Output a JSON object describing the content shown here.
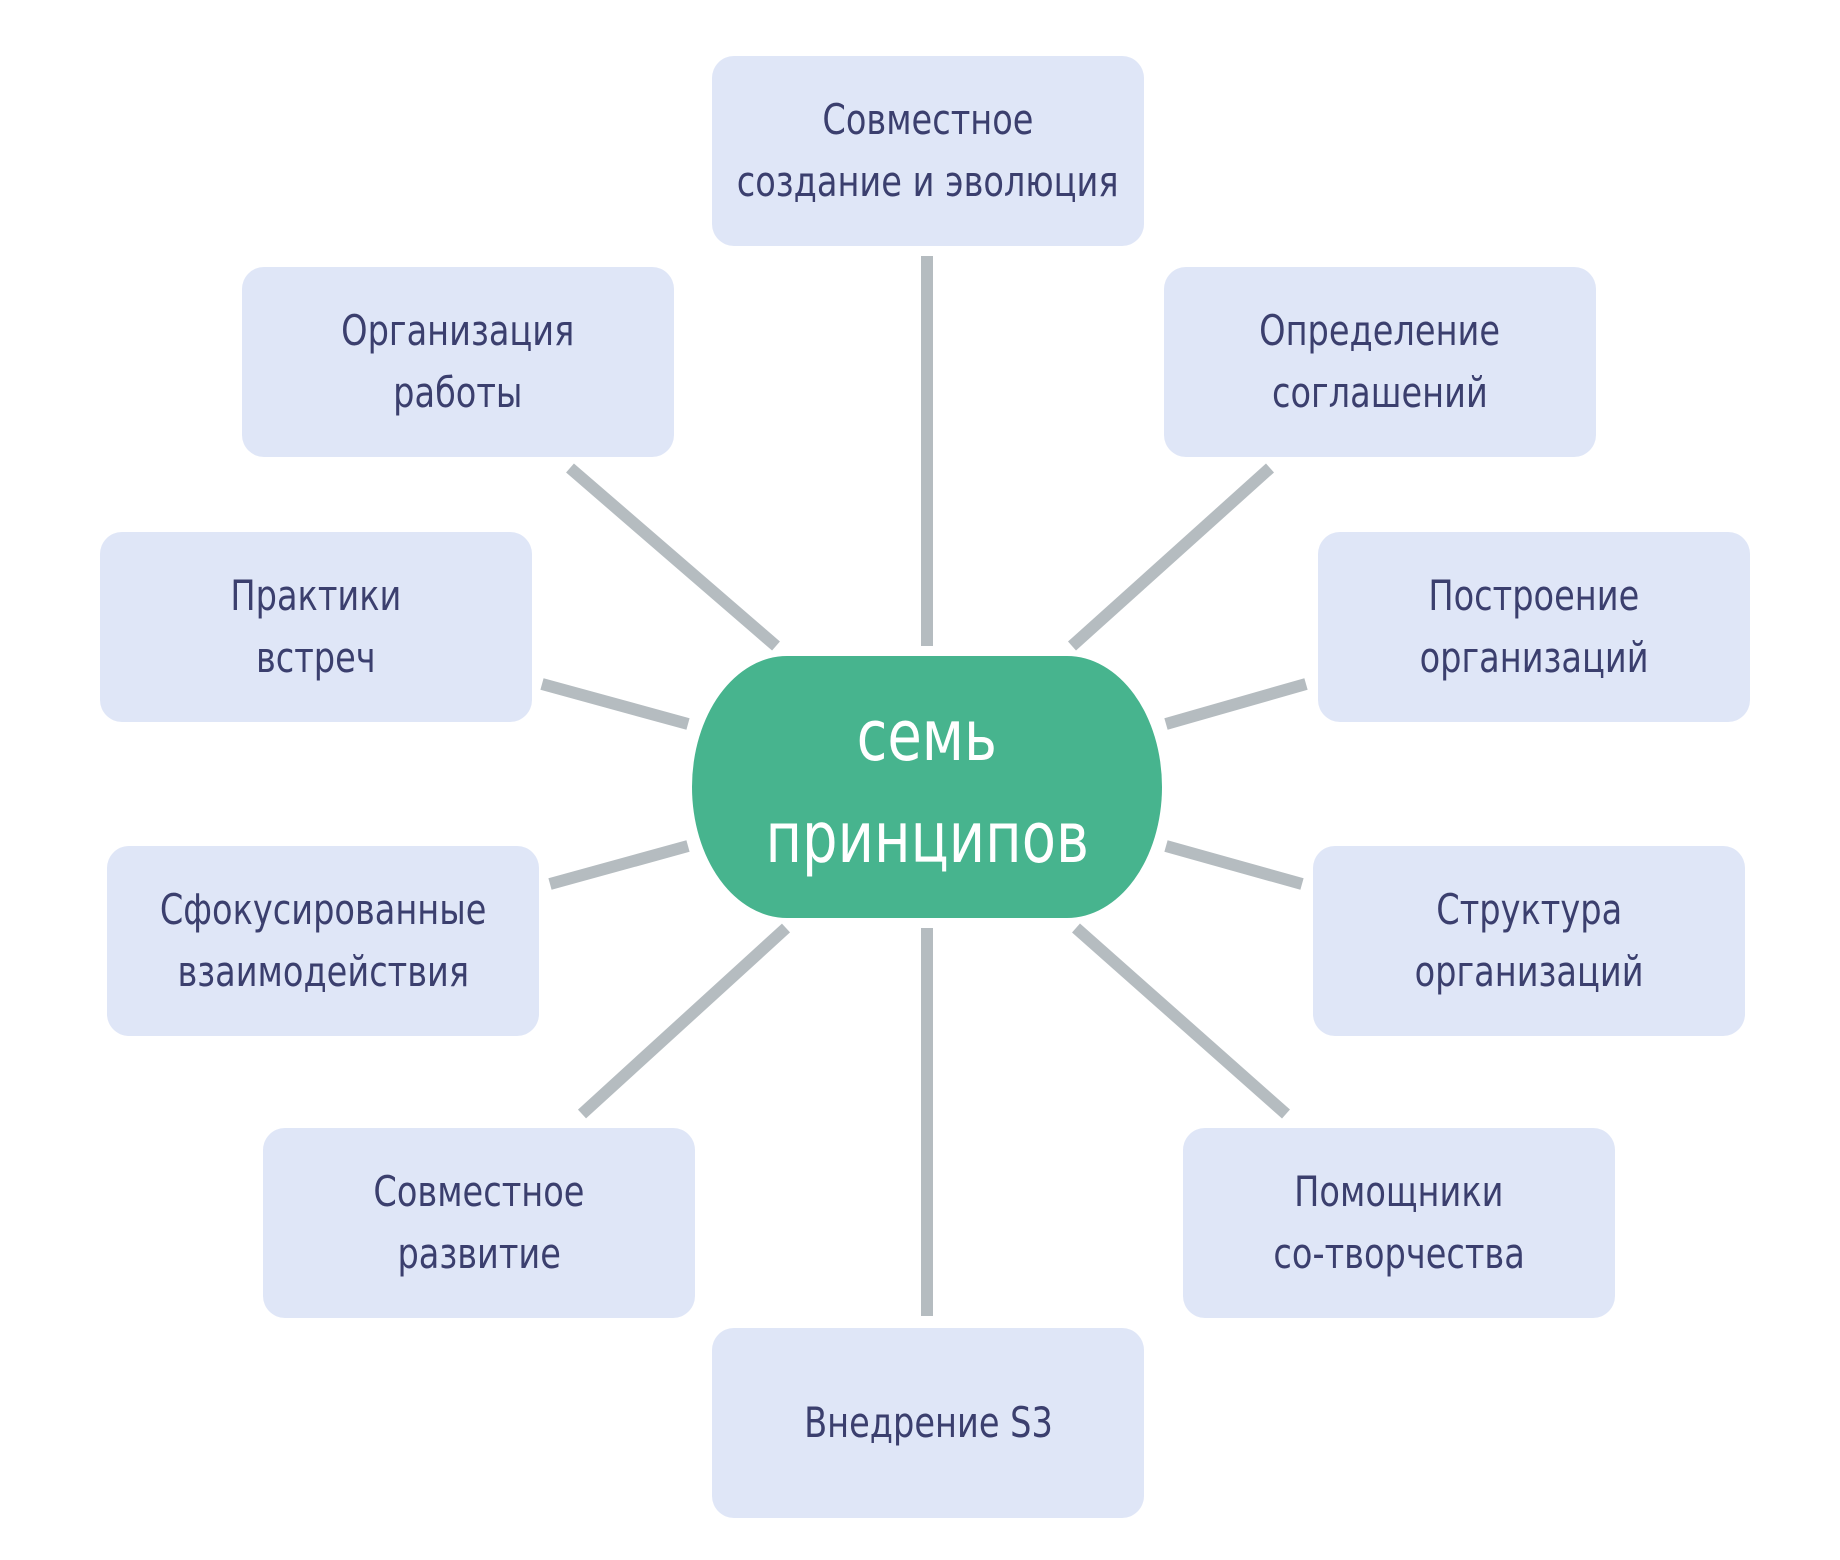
{
  "center": {
    "lines": [
      "семь",
      "принципов"
    ]
  },
  "nodes": [
    {
      "id": "co-creation-evolution",
      "lines": [
        "Совместное",
        "создание и эволюция"
      ]
    },
    {
      "id": "defining-agreements",
      "lines": [
        "Определение",
        "соглашений"
      ]
    },
    {
      "id": "building-organizations",
      "lines": [
        "Построение",
        "организаций"
      ]
    },
    {
      "id": "organization-structure",
      "lines": [
        "Структура",
        "организаций"
      ]
    },
    {
      "id": "co-creation-helpers",
      "lines": [
        "Помощники",
        "со-творчества"
      ]
    },
    {
      "id": "s3-adoption",
      "lines": [
        "Внедрение S3"
      ]
    },
    {
      "id": "co-development",
      "lines": [
        "Совместное",
        "развитие"
      ]
    },
    {
      "id": "focused-interactions",
      "lines": [
        "Сфокусированные",
        "взаимодействия"
      ]
    },
    {
      "id": "meeting-practices",
      "lines": [
        "Практики",
        "встреч"
      ]
    },
    {
      "id": "organizing-work",
      "lines": [
        "Организация",
        "работы"
      ]
    }
  ],
  "colors": {
    "center_fill": "#47b48e",
    "center_text": "#ffffff",
    "node_fill": "#dfe6f7",
    "node_text": "#3b3f6e",
    "connector": "#b5bcc0"
  }
}
